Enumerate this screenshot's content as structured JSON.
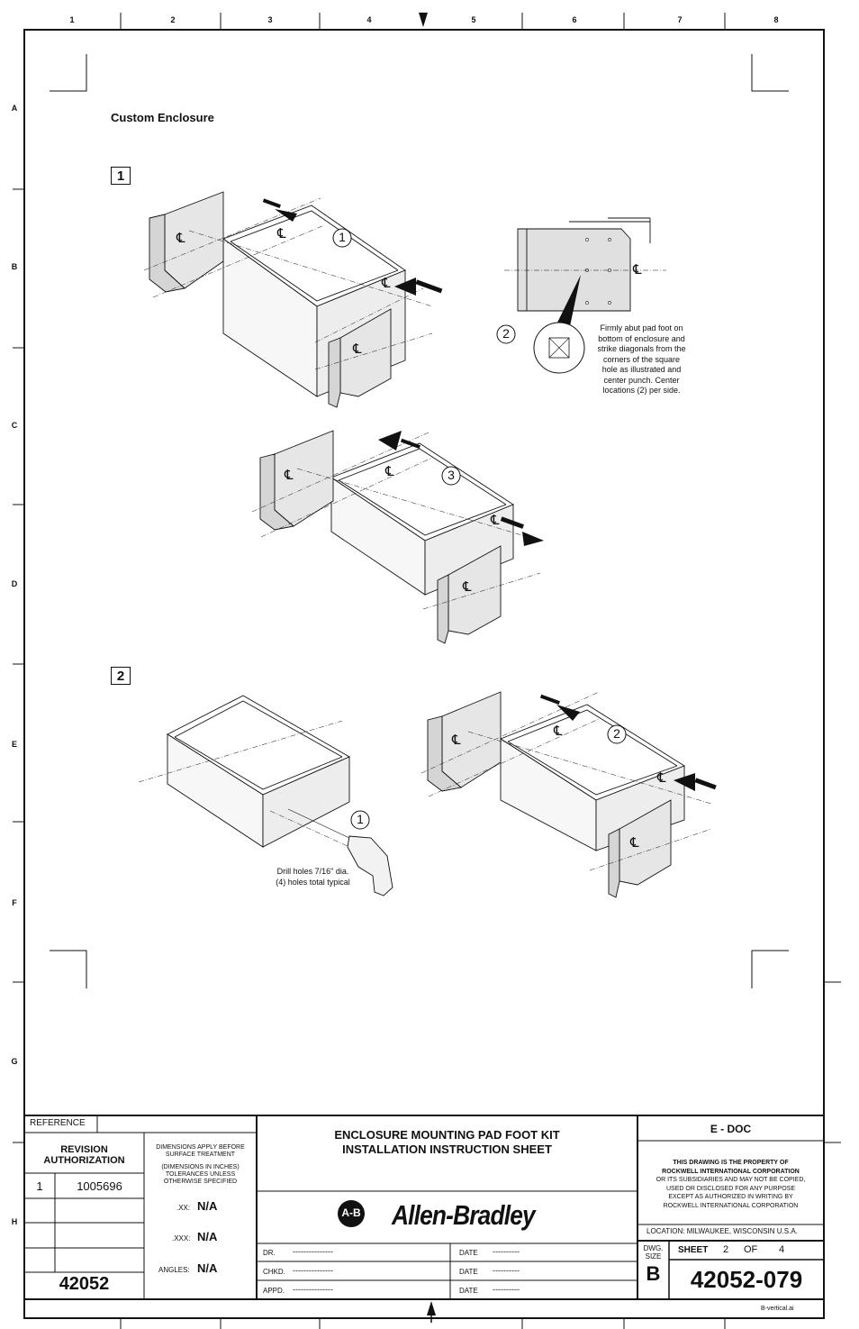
{
  "zones": {
    "columns": [
      "1",
      "2",
      "3",
      "4",
      "5",
      "6",
      "7",
      "8"
    ],
    "rows": [
      "A",
      "B",
      "C",
      "D",
      "E",
      "F",
      "G",
      "H"
    ]
  },
  "content": {
    "section_title": "Custom Enclosure",
    "step1_label": "1",
    "step2_label": "2",
    "callouts": {
      "c1": "1",
      "c2": "2",
      "c3": "3",
      "s2c1": "1",
      "s2c2": "2"
    },
    "centerline_symbol": "℄",
    "note_pad_foot": [
      "Firmly abut pad foot on",
      "bottom of enclosure and",
      "strike diagonals from the",
      "corners of the square",
      "hole as illustrated and",
      "center punch. Center",
      "locations (2) per side."
    ],
    "note_drill": [
      "Drill holes 7/16\" dia.",
      "(4) holes total typical"
    ]
  },
  "title_block": {
    "reference_label": "REFERENCE",
    "revision_authorization": [
      "REVISION",
      "AUTHORIZATION"
    ],
    "rev_number": "1",
    "rev_id": "1005696",
    "base_number": "42052",
    "dimensions_note": [
      "DIMENSIONS APPLY BEFORE",
      "SURFACE TREATMENT",
      "",
      "(DIMENSIONS IN INCHES)",
      "TOLERANCES UNLESS",
      "OTHERWISE SPECIFIED"
    ],
    "tol_xx_label": ".XX:",
    "tol_xx_value": "N/A",
    "tol_xxx_label": ".XXX:",
    "tol_xxx_value": "N/A",
    "tol_angles_label": "ANGLES:",
    "tol_angles_value": "N/A",
    "title_line1": "ENCLOSURE MOUNTING PAD FOOT KIT",
    "title_line2": "INSTALLATION INSTRUCTION SHEET",
    "company_logo_text": "A-B",
    "company_name": "Allen-Bradley",
    "dr_label": "DR.",
    "chkd_label": "CHKD.",
    "appd_label": "APPD.",
    "date_label": "DATE",
    "sig_dashes": "---------------",
    "date_dashes": "----------",
    "edoc": "E - DOC",
    "property_notice": [
      "THIS DRAWING IS THE PROPERTY OF",
      "ROCKWELL INTERNATIONAL CORPORATION",
      "OR ITS SUBSIDIARIES AND MAY NOT BE COPIED,",
      "USED OR DISCLOSED FOR ANY PURPOSE",
      "EXCEPT AS AUTHORIZED IN WRITING BY",
      "ROCKWELL INTERNATIONAL CORPORATION"
    ],
    "location": "LOCATION:  MILWAUKEE,  WISCONSIN  U.S.A.",
    "dwg_size_label": [
      "DWG.",
      "SIZE"
    ],
    "dwg_size": "B",
    "sheet_label": "SHEET",
    "sheet_number": "2",
    "of_label": "OF",
    "sheet_total": "4",
    "drawing_number": "42052-079",
    "file_name": "B-vertical.ai"
  }
}
